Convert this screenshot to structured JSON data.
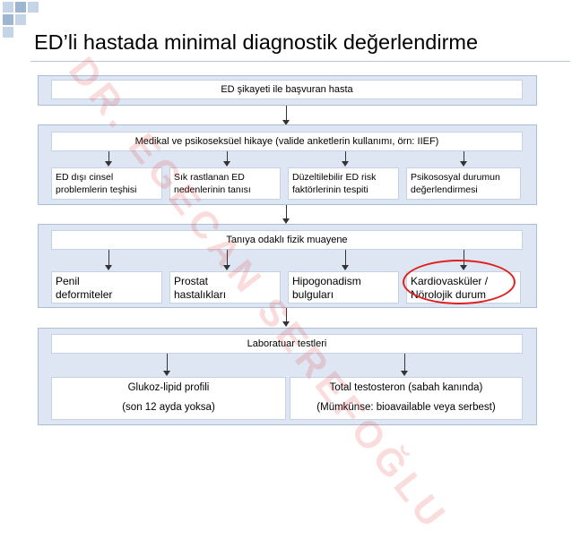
{
  "title": "ED’li hastada minimal diagnostik değerlendirme",
  "watermark": "DR. EGECAN SEREFOĞLU",
  "stage1": {
    "band": "ED şikayeti ile başvuran hasta"
  },
  "stage2": {
    "band": "Medikal ve psikoseksüel hikaye (valide anketlerin kullanımı, örn: IIEF)",
    "boxes": [
      {
        "line1": "ED dışı cinsel",
        "line2": "problemlerin teşhisi"
      },
      {
        "line1": "Sık rastlanan ED",
        "line2": "nedenlerinin tanısı"
      },
      {
        "line1": "Düzeltilebilir ED risk",
        "line2": "faktörlerinin tespiti"
      },
      {
        "line1": "Psikososyal durumun",
        "line2": "değerlendirmesi"
      }
    ]
  },
  "stage3": {
    "band": "Tanıya odaklı fizik muayene",
    "boxes": [
      {
        "line1": "Penil",
        "line2": "deformiteler"
      },
      {
        "line1": "Prostat",
        "line2": "hastalıkları"
      },
      {
        "line1": "Hipogonadism",
        "line2": "bulguları"
      },
      {
        "line1": "Kardiovasküler /",
        "line2": "Nörolojik durum"
      }
    ]
  },
  "stage4": {
    "band": "Laboratuar testleri",
    "boxes": [
      {
        "line1": "Glukoz-lipid profili",
        "line2": "(son 12 ayda yoksa)"
      },
      {
        "line1": "Total testosteron (sabah kanında)",
        "line2": "(Mümkünse: bioavailable veya serbest)"
      }
    ]
  },
  "colors": {
    "panel": "#dde6f2",
    "panel_border": "#a9bdd6",
    "highlight": "#e02020",
    "watermark": "#e63c3c",
    "square": "#c5d5e8"
  }
}
